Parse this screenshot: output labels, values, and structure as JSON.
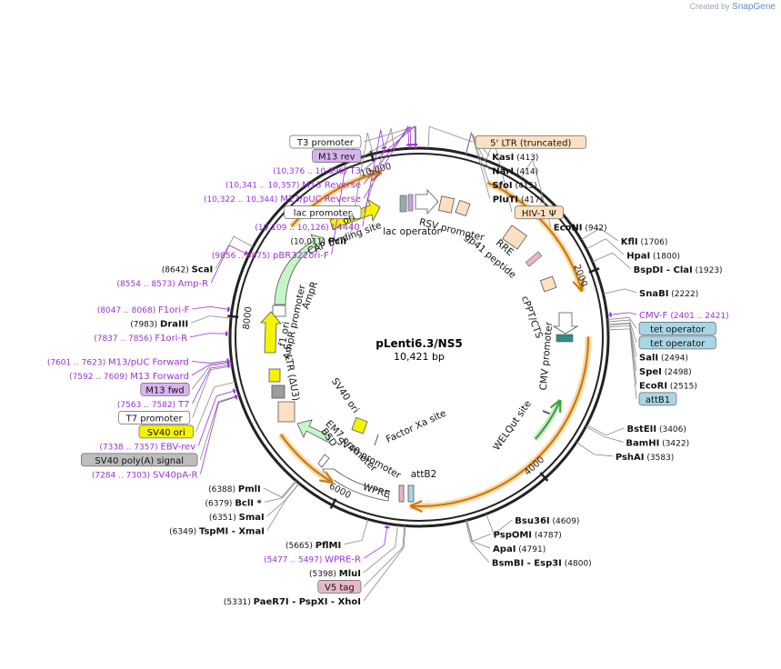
{
  "credit": {
    "prefix": "Created by",
    "brand": "SnapGene"
  },
  "plasmid": {
    "name": "pLenti6.3/NS5",
    "size": "10,421 bp",
    "length": 10421
  },
  "colors": {
    "backbone": "#222222",
    "label_plain": "#111111",
    "primer": "#9b30d6",
    "orange_feature": "#f39c12",
    "ori": "#f4f400",
    "green_feature": "#c8f5c8",
    "ltr": "#fde0c2",
    "gray_feature": "#9e9e9e",
    "operator": "#a9d6e5"
  },
  "ruler": [
    {
      "label": "2000",
      "bp": 2000
    },
    {
      "label": "4000",
      "bp": 4000
    },
    {
      "label": "6000",
      "bp": 6000
    },
    {
      "label": "8000",
      "bp": 8000
    },
    {
      "label": "10,000",
      "bp": 10000
    }
  ],
  "outer_labels": [
    {
      "name": "T3",
      "coords": "(10,376 .. 10,396)",
      "type": "primer",
      "bp": 10386
    },
    {
      "name": "M13 rev",
      "type": "box_purple",
      "bp": 10392
    },
    {
      "name": "T3 promoter",
      "type": "box_white",
      "bp": 10395
    },
    {
      "name": "5' LTR (truncated)",
      "type": "box_orange",
      "bp": 80
    },
    {
      "name": "KasI",
      "num": "(413)",
      "type": "site",
      "bp": 413
    },
    {
      "name": "NarI",
      "num": "(414)",
      "type": "site",
      "bp": 414
    },
    {
      "name": "SfoI",
      "num": "(415)",
      "type": "site",
      "bp": 415
    },
    {
      "name": "PluTI",
      "num": "(417)",
      "type": "site",
      "bp": 417
    },
    {
      "name": "HIV-1 Ψ",
      "type": "box_orange",
      "bp": 600
    },
    {
      "name": "EcoNI",
      "num": "(942)",
      "type": "site",
      "bp": 942
    },
    {
      "name": "KflI",
      "num": "(1706)",
      "type": "site",
      "bp": 1706
    },
    {
      "name": "HpaI",
      "num": "(1800)",
      "type": "site",
      "bp": 1800
    },
    {
      "name": "BspDI",
      "name2": "ClaI",
      "num": "(1923)",
      "type": "site",
      "bp": 1923
    },
    {
      "name": "SnaBI",
      "num": "(2222)",
      "type": "site",
      "bp": 2222
    },
    {
      "name": "CMV-F",
      "coords": "(2401 .. 2421)",
      "type": "primer",
      "bp": 2411
    },
    {
      "name": "tet operator",
      "type": "box_blue",
      "bp": 2450
    },
    {
      "name": "tet operator",
      "type": "box_blue",
      "bp": 2470
    },
    {
      "name": "SalI",
      "num": "(2494)",
      "type": "site",
      "bp": 2494
    },
    {
      "name": "SpeI",
      "num": "(2498)",
      "type": "site",
      "bp": 2498
    },
    {
      "name": "EcoRI",
      "num": "(2515)",
      "type": "site",
      "bp": 2515
    },
    {
      "name": "attB1",
      "type": "box_blue",
      "bp": 2540
    },
    {
      "name": "BstEII",
      "num": "(3406)",
      "type": "site",
      "bp": 3406
    },
    {
      "name": "BamHI",
      "num": "(3422)",
      "type": "site",
      "bp": 3422
    },
    {
      "name": "PshAI",
      "num": "(3583)",
      "type": "site",
      "bp": 3583
    },
    {
      "name": "Bsu36I",
      "num": "(4609)",
      "type": "site",
      "bp": 4609
    },
    {
      "name": "PspOMI",
      "num": "(4787)",
      "type": "site",
      "bp": 4787
    },
    {
      "name": "ApaI",
      "num": "(4791)",
      "type": "site",
      "bp": 4791
    },
    {
      "name": "BsmBI",
      "name2": "Esp3I",
      "num": "(4800)",
      "type": "site",
      "bp": 4800
    },
    {
      "name": "PaeR7I",
      "name2": "PspXI",
      "name3": "XhoI",
      "num": "(5331)",
      "type": "site",
      "bp": 5331
    },
    {
      "name": "V5 tag",
      "type": "box_pink",
      "bp": 5340
    },
    {
      "name": "MluI",
      "num": "(5398)",
      "type": "site",
      "bp": 5398
    },
    {
      "name": "WPRE-R",
      "coords": "(5477 .. 5497)",
      "type": "primer",
      "bp": 5487
    },
    {
      "name": "PflMI",
      "num": "(5665)",
      "type": "site",
      "bp": 5665
    },
    {
      "name": "TspMI",
      "name2": "XmaI",
      "num": "(6349)",
      "type": "site",
      "bp": 6349
    },
    {
      "name": "SmaI",
      "num": "(6351)",
      "type": "site",
      "bp": 6351
    },
    {
      "name": "BclI *",
      "num": "(6379)",
      "type": "site",
      "bp": 6379
    },
    {
      "name": "PmlI",
      "num": "(6388)",
      "type": "site",
      "bp": 6388
    },
    {
      "name": "SV40pA-R",
      "coords": "(7284 .. 7303)",
      "type": "primer",
      "bp": 7293
    },
    {
      "name": "SV40 poly(A) signal",
      "type": "box_gray",
      "bp": 7300
    },
    {
      "name": "EBV-rev",
      "coords": "(7338 .. 7357)",
      "type": "primer",
      "bp": 7347
    },
    {
      "name": "SV40 ori",
      "type": "box_yellow",
      "bp": 7420
    },
    {
      "name": "T7 promoter",
      "type": "box_white",
      "bp": 7560
    },
    {
      "name": "T7",
      "coords": "(7563 .. 7582)",
      "type": "primer",
      "bp": 7572
    },
    {
      "name": "M13 fwd",
      "type": "box_purple",
      "bp": 7590
    },
    {
      "name": "M13 Forward",
      "coords": "(7592 .. 7609)",
      "type": "primer",
      "bp": 7600
    },
    {
      "name": "M13/pUC Forward",
      "coords": "(7601 .. 7623)",
      "type": "primer",
      "bp": 7612
    },
    {
      "name": "F1ori-R",
      "coords": "(7837 .. 7856)",
      "type": "primer",
      "bp": 7846
    },
    {
      "name": "DraIII",
      "num": "(7983)",
      "type": "site",
      "bp": 7983
    },
    {
      "name": "F1ori-F",
      "coords": "(8047 .. 8068)",
      "type": "primer",
      "bp": 8057
    },
    {
      "name": "Amp-R",
      "coords": "(8554 .. 8573)",
      "type": "primer",
      "bp": 8563
    },
    {
      "name": "ScaI",
      "num": "(8642)",
      "type": "site",
      "bp": 8642
    },
    {
      "name": "pBR322ori-F",
      "coords": "(9856 .. 9875)",
      "type": "primer",
      "bp": 9865
    },
    {
      "name": "PciI",
      "num": "(10,011)",
      "type": "site",
      "bp": 10011
    },
    {
      "name": "L4440",
      "coords": "(10,109 .. 10,126)",
      "type": "primer",
      "bp": 10117
    },
    {
      "name": "lac promoter",
      "type": "box_white",
      "bp": 10200
    },
    {
      "name": "M13/pUC Reverse",
      "coords": "(10,322 .. 10,344)",
      "type": "primer",
      "bp": 10333
    },
    {
      "name": "M13 Reverse",
      "coords": "(10,341 .. 10,357)",
      "type": "primer",
      "bp": 10349
    }
  ],
  "inner_labels": [
    "ori",
    "CAP binding site",
    "lac operator",
    "RSV promoter",
    "RRE",
    "gp41 peptide",
    "cPPT/CTS",
    "CMV promoter",
    "WELQut site",
    "attB2",
    "WPRE",
    "SV40 promoter",
    "EM7 promoter",
    "BSD",
    "Factor Xa site",
    "SV40 ori",
    "3' LTR (ΔU3)",
    "f1 ori",
    "AmpR promoter",
    "AmpR"
  ],
  "arcs": [
    {
      "name": "orange-arc-1",
      "start": 690,
      "end": 2150,
      "dir": 1
    },
    {
      "name": "orange-arc-2",
      "start": 2600,
      "end": 5300,
      "dir": 1
    },
    {
      "name": "orange-arc-3",
      "start": 6100,
      "end": 6800,
      "dir": -1
    },
    {
      "name": "orange-arc-4",
      "start": 9000,
      "end": 10050,
      "dir": 1
    },
    {
      "name": "green-arc-wprelike",
      "start": 3300,
      "end": 3800,
      "dir": -1
    }
  ]
}
